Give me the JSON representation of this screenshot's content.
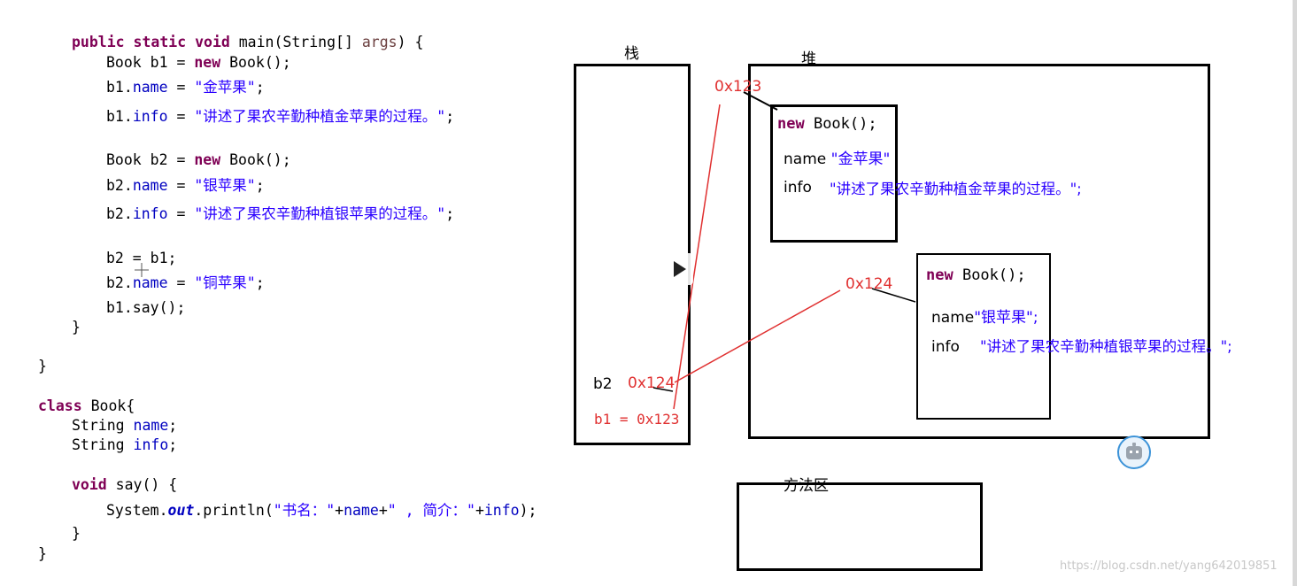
{
  "code": {
    "main_sig": {
      "kw": "public static void",
      "rest": " main(String[] ",
      "param": "args",
      "end": ") {"
    },
    "l_b1_new": {
      "a": "Book b1 = ",
      "kw": "new",
      "b": " Book();"
    },
    "l_b1_name": {
      "obj": "b1.",
      "field": "name",
      "eq": " = ",
      "str": "\"金苹果\"",
      "end": ";"
    },
    "l_b1_info": {
      "obj": "b1.",
      "field": "info",
      "eq": " = ",
      "str": "\"讲述了果农辛勤种植金苹果的过程。\"",
      "end": ";"
    },
    "l_b2_new": {
      "a": "Book b2 = ",
      "kw": "new",
      "b": " Book();"
    },
    "l_b2_name": {
      "obj": "b2.",
      "field": "name",
      "eq": " = ",
      "str": "\"银苹果\"",
      "end": ";"
    },
    "l_b2_info": {
      "obj": "b2.",
      "field": "info",
      "eq": " = ",
      "str": "\"讲述了果农辛勤种植银苹果的过程。\"",
      "end": ";"
    },
    "l_assign": "b2 = b1;",
    "l_b2_name2": {
      "obj": "b2.",
      "field": "name",
      "eq": " = ",
      "str": "\"铜苹果\"",
      "end": ";"
    },
    "l_say_call": "b1.say();",
    "close1": "}",
    "close2": "}",
    "class_decl": {
      "kw": "class",
      "rest": " Book{"
    },
    "field_name": {
      "type": "String ",
      "field": "name",
      "end": ";"
    },
    "field_info": {
      "type": "String ",
      "field": "info",
      "end": ";"
    },
    "say_decl": {
      "kw": "void",
      "rest": " say() {"
    },
    "println": {
      "a": "System.",
      "out": "out",
      "b": ".println(",
      "s1": "\"书名：\"",
      "c": "+",
      "f1": "name",
      "d": "+",
      "s2": "\" , 简介：\"",
      "e": "+",
      "f2": "info",
      "f": ");"
    },
    "close3": "}",
    "close4": "}"
  },
  "diagram": {
    "stack_title": "栈",
    "heap_title": "堆",
    "method_area_title": "方法区",
    "stack_b2_label": "b2",
    "stack_b2_addr": "0x124",
    "stack_b1_text": "b1 = 0x123",
    "addr_0x123": "0x123",
    "addr_0x124": "0x124",
    "obj1": {
      "kw": "new",
      "rest": " Book();",
      "name_label": "name",
      "name_val": "\"金苹果\"",
      "info_label": "info",
      "info_val": "\"讲述了果农辛勤种植金苹果的过程。\";"
    },
    "obj2": {
      "kw": "new",
      "rest": " Book();",
      "name_label": "name",
      "name_val": "\"银苹果\";",
      "info_label": "info",
      "info_val": "\"讲述了果农辛勤种植银苹果的过程。\";"
    }
  },
  "watermark": "https://blog.csdn.net/yang642019851",
  "icons": [
    "play-icon",
    "avatar-icon",
    "cursor-icon"
  ],
  "colors": {
    "keyword": "#7f0055",
    "string": "#2a00ff",
    "field": "#0000c0",
    "pointer": "#e03030"
  }
}
